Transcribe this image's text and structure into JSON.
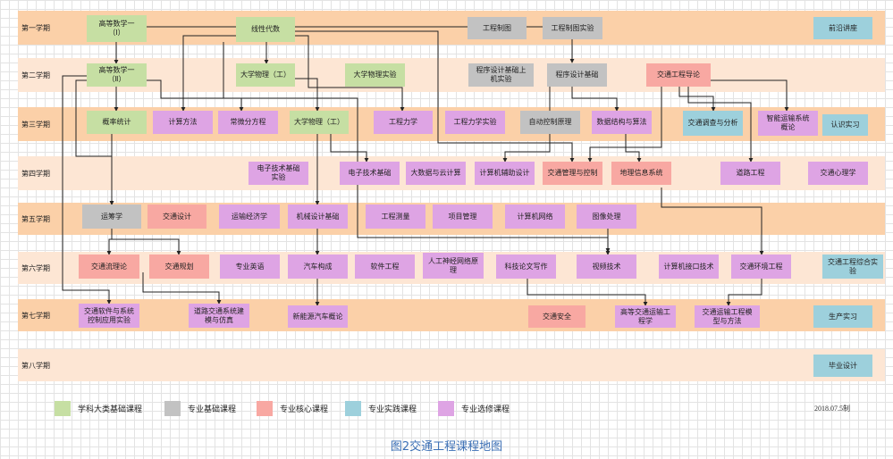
{
  "semesters": [
    "第一学期",
    "第二学期",
    "第三学期",
    "第四学期",
    "第五学期",
    "第六学期",
    "第七学期",
    "第八学期"
  ],
  "colors": {
    "discipline": "#c6dfa3",
    "major_basic": "#c2c2c2",
    "major_core": "#f8a8a2",
    "practice": "#9dd0dc",
    "elective": "#dea4e4"
  },
  "courses": {
    "c1": "高等数学一\n（Ⅰ）",
    "c2": "线性代数",
    "c3": "工程制图",
    "c4": "工程制图实验",
    "c5": "前沿讲座",
    "c6": "高等数学一\n（Ⅱ）",
    "c7": "大学物理（工）",
    "c8": "大学物理实验",
    "c9": "程序设计基础上\n机实验",
    "c10": "程序设计基础",
    "c11": "交通工程导论",
    "c12": "概率统计",
    "c13": "计算方法",
    "c14": "常微分方程",
    "c15": "大学物理（工）",
    "c16": "工程力学",
    "c17": "工程力学实验",
    "c18": "自动控制原理",
    "c19": "数据结构与算法",
    "c20": "交通调查与分析",
    "c21": "智能运输系统\n概论",
    "c22": "认识实习",
    "c23": "电子技术基础\n实验",
    "c24": "电子技术基础",
    "c25": "大数据与云计算",
    "c26": "计算机辅助设计",
    "c27": "交通管理与控制",
    "c28": "地理信息系统",
    "c29": "道路工程",
    "c30": "交通心理学",
    "c31": "运筹学",
    "c32": "交通设计",
    "c33": "运输经济学",
    "c34": "机械设计基础",
    "c35": "工程测量",
    "c36": "项目管理",
    "c37": "计算机网络",
    "c38": "图像处理",
    "c39": "交通流理论",
    "c40": "交通规划",
    "c41": "专业英语",
    "c42": "汽车构成",
    "c43": "软件工程",
    "c44": "人工神经网络原\n理",
    "c45": "科技论文写作",
    "c46": "视频技术",
    "c47": "计算机接口技术",
    "c48": "交通环境工程",
    "c49": "交通工程综合实\n验",
    "c50": "交通软件与系统\n控制应用实验",
    "c51": "道路交通系统建\n模与仿真",
    "c52": "新能源汽车概论",
    "c53": "交通安全",
    "c54": "高等交通运输工\n程学",
    "c55": "交通运输工程模\n型与方法",
    "c56": "生产实习",
    "c57": "毕业设计"
  },
  "legend": [
    {
      "label": "学科大类基础课程",
      "color": "#c6dfa3"
    },
    {
      "label": "专业基础课程",
      "color": "#c2c2c2"
    },
    {
      "label": "专业核心课程",
      "color": "#f8a8a2"
    },
    {
      "label": "专业实践课程",
      "color": "#9dd0dc"
    },
    {
      "label": "专业选修课程",
      "color": "#dea4e4"
    }
  ],
  "date_note": "2018.07.5制",
  "caption": "图2交通工程课程地图"
}
